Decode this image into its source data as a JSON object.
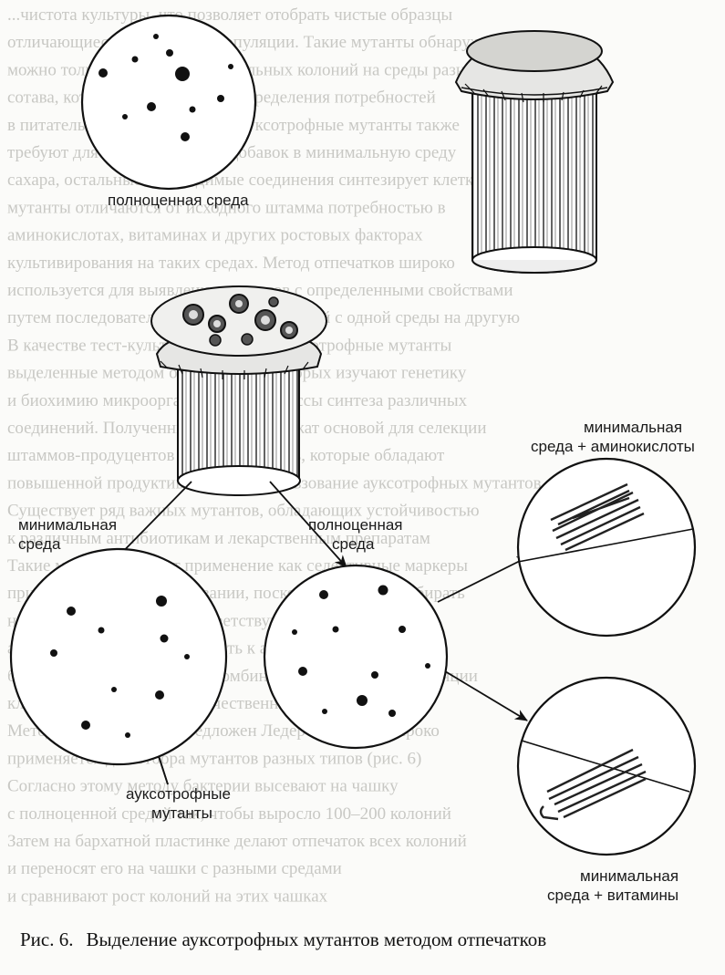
{
  "figure": {
    "labels": {
      "full_medium_top": "полноценная среда",
      "minimal_left_line1": "минимальная",
      "minimal_left_line2": "среда",
      "full_medium_mid_line1": "полноценная",
      "full_medium_mid_line2": "среда",
      "amino_line1": "минимальная",
      "amino_line2": "среда + аминокислоты",
      "auxo_line1": "ауксотрофные",
      "auxo_line2": "мутанты",
      "vitamins_line1": "минимальная",
      "vitamins_line2": "среда + витамины"
    }
  },
  "caption": {
    "prefix": "Рис. 6.",
    "text": "Выделение ауксотрофных мутантов методом отпечатков"
  },
  "background_text": [
    "...чистота культуры, что позволяет отобрать чистые образцы",
    "отличающиеся в изучаемой популяции. Такие мутанты обнаружить",
    "можно только при пересеве отдельных колоний на среды разного",
    "сотава, который составлен для определения потребностей",
    "в питательных веществах. Так, ауксотрофные мутанты также",
    "требуют для своего роста ряд добавок в минимальную среду",
    "сахара, остальные необходимые соединения синтезирует клетка",
    "мутанты отличаются от исходного штамма потребностью в",
    "аминокислотах, витаминах и других ростовых факторах",
    "культивирования на таких средах. Метод отпечатков широко",
    "используется для выявления мутантов с определенными свойствами",
    "путем последовательного пересева колоний с одной среды на другую",
    "В качестве тест-культур используют ауксотрофные мутанты",
    "выделенные методом отпечатков, в которых изучают генетику",
    "и биохимию микроорганизмов и процессы синтеза различных",
    "соединений. Полученные мутанты служат основой для селекции",
    "штаммов-продуцентов важных веществ, которые обладают",
    "повышенной продуктивностью. Использование ауксотрофных мутантов",
    "Существует ряд важных мутантов, обладающих устойчивостью",
    "к различным антибиотикам и лекарственным препаратам",
    "Такие мутанты находят применение как селективные маркеры",
    "при генетическом картировании, поскольку их легко отбирать",
    "на средах, содержащих соответствующий антибиотик",
    "ауксотрофность и устойчивость к антибиотикам позволяют",
    "быстро отбирать нужные рекомбинанты из большой популяции",
    "клеток и вести точный количественный учет результатов",
    "Метод отпечатков был предложен Ледербергами и широко",
    "применяется для отбора мутантов разных типов (рис. 6)",
    "Согласно этому методу бактерии высевают на чашку",
    "с полноценной средой так, чтобы выросло 100–200 колоний",
    "Затем на бархатной пластинке делают отпечаток всех колоний",
    "и переносят его на чашки с разными средами",
    "и сравнивают рост колоний на этих чашках"
  ]
}
